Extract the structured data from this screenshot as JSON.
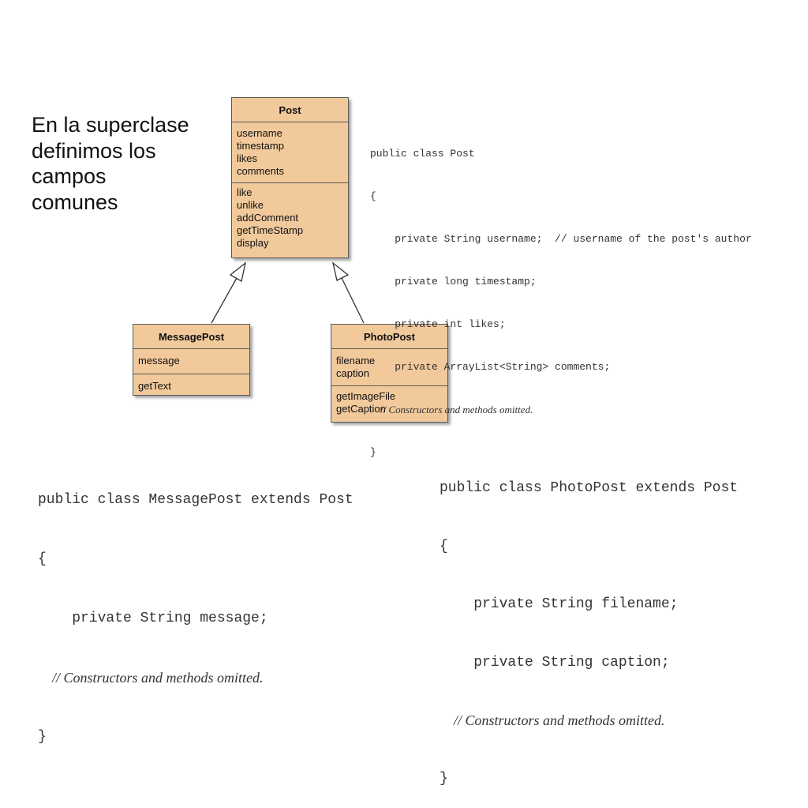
{
  "caption": {
    "lines": [
      "En la superclase",
      "definimos los",
      "campos",
      "comunes"
    ]
  },
  "uml": {
    "post": {
      "name": "Post",
      "fields": [
        "username",
        "timestamp",
        "likes",
        "comments"
      ],
      "methods": [
        "like",
        "unlike",
        "addComment",
        "getTimeStamp",
        "display"
      ]
    },
    "message_post": {
      "name": "MessagePost",
      "fields": [
        "message"
      ],
      "methods": [
        "getText"
      ]
    },
    "photo_post": {
      "name": "PhotoPost",
      "fields": [
        "filename",
        "caption"
      ],
      "methods": [
        "getImageFile",
        "getCaption"
      ]
    }
  },
  "code": {
    "post": [
      "public class Post",
      "{",
      "    private String username;  // username of the post's author",
      "    private long timestamp;",
      "    private int likes;",
      "    private ArrayList<String> comments;",
      "    // Constructors and methods omitted.",
      "}"
    ],
    "message_post": [
      "public class MessagePost extends Post",
      "{",
      "    private String message;",
      "    // Constructors and methods omitted.",
      "}"
    ],
    "photo_post": [
      "public class PhotoPost extends Post",
      "{",
      "    private String filename;",
      "    private String caption;",
      "    // Constructors and methods omitted.",
      "}"
    ]
  },
  "colors": {
    "uml_fill": "#f1c99b",
    "uml_border": "#5a5a5a",
    "code_text": "#333333"
  }
}
